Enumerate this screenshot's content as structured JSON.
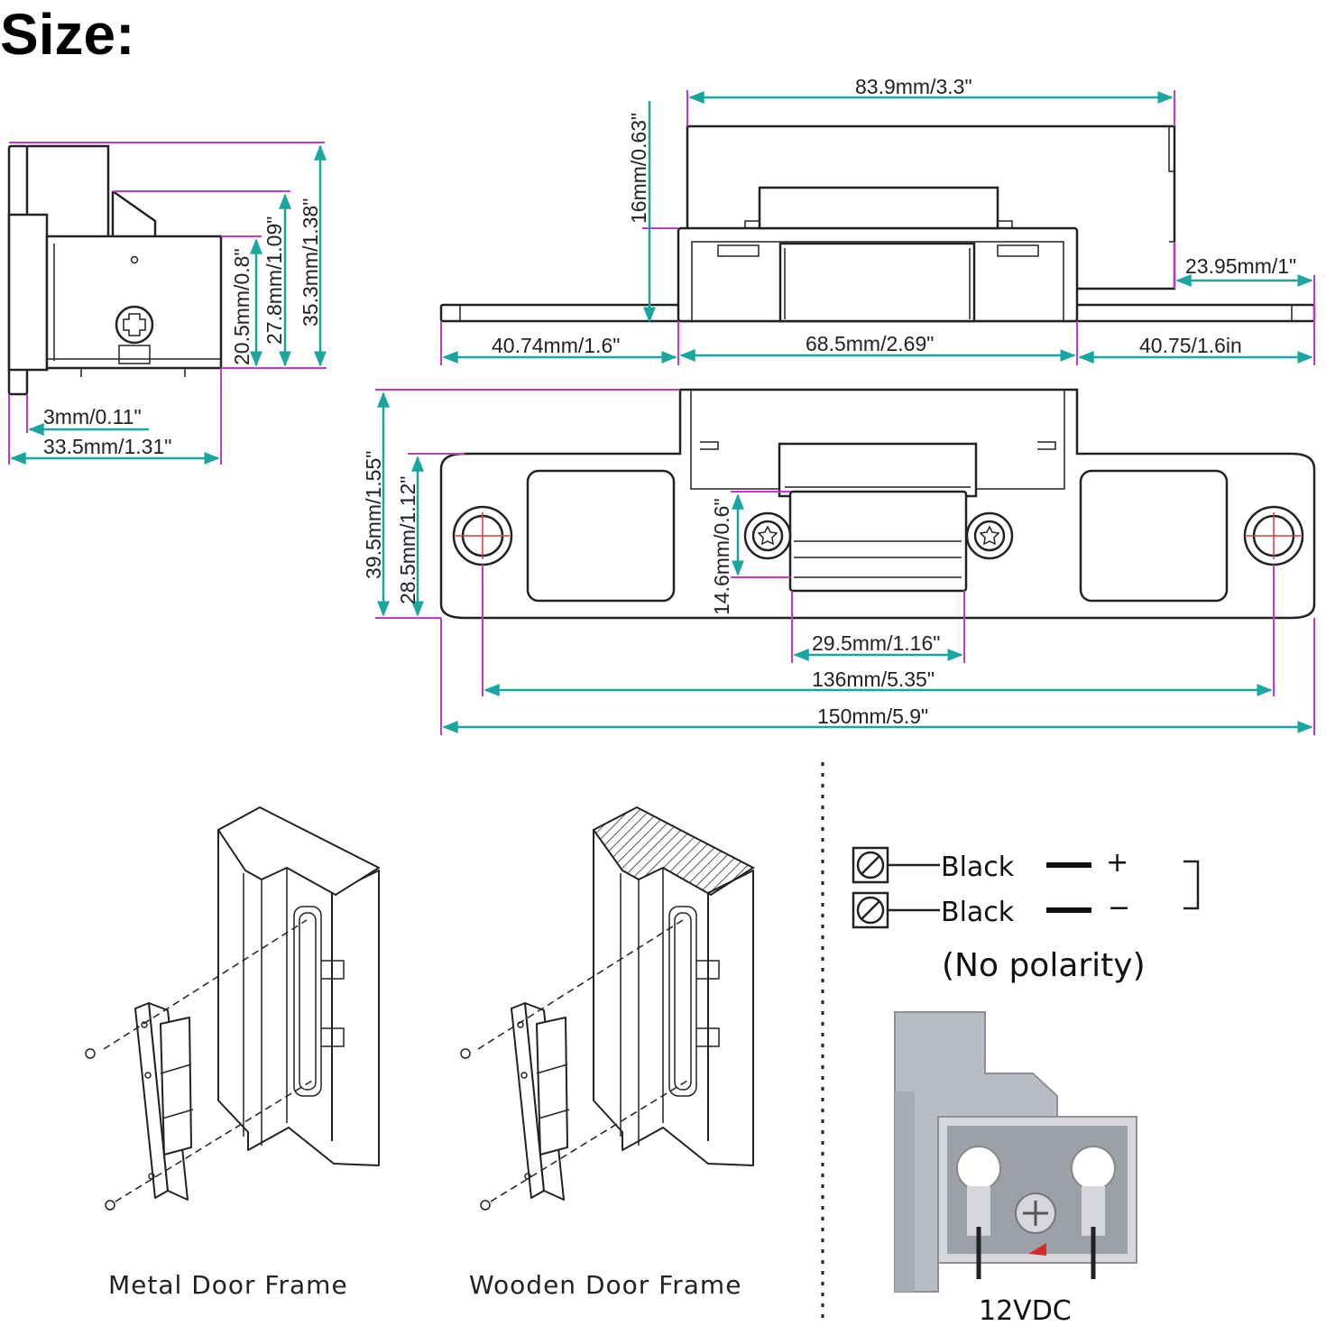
{
  "title": "Size:",
  "side_view": {
    "dims": {
      "h_20_5": "20.5mm/0.8\"",
      "h_27_8": "27.8mm/1.09\"",
      "h_35_3": "35.3mm/1.38\"",
      "w_3": "3mm/0.11\"",
      "w_33_5": "33.5mm/1.31\""
    }
  },
  "top_view": {
    "dims": {
      "w_83_9": "83.9mm/3.3\"",
      "h_16": "16mm/0.63\"",
      "w_23_95": "23.95mm/1\"",
      "w_40_74": "40.74mm/1.6\"",
      "w_68_5": "68.5mm/2.69\"",
      "w_40_75": "40.75/1.6in"
    }
  },
  "front_view": {
    "dims": {
      "h_39_5": "39.5mm/1.55\"",
      "h_28_5": "28.5mm/1.12\"",
      "h_14_6": "14.6mm/0.6\"",
      "w_29_5": "29.5mm/1.16\"",
      "w_136": "136mm/5.35\"",
      "w_150": "150mm/5.9\""
    }
  },
  "install": {
    "metal_label": "Metal Door Frame",
    "wooden_label": "Wooden Door Frame"
  },
  "wiring": {
    "wire1": "Black",
    "wire2": "Black",
    "plus": "+",
    "minus": "−",
    "note": "(No polarity)",
    "voltage": "12VDC"
  },
  "colors": {
    "dimension_line": "#1aa6a0",
    "extension_line": "#c23bc7",
    "outline": "#222222"
  }
}
